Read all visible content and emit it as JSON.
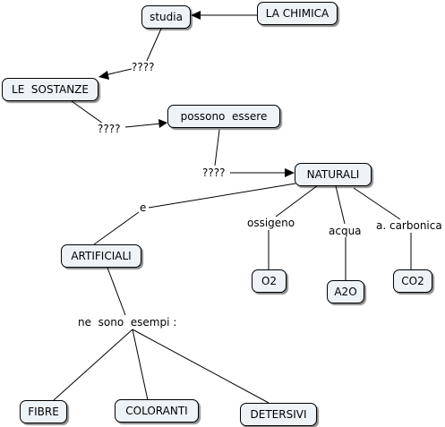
{
  "concept_map": {
    "concepts": {
      "la_chimica": "LA CHIMICA",
      "studia": "studia",
      "le_sostanze": "LE  SOSTANZE",
      "possono_essere": "possono  essere",
      "naturali": "NATURALI",
      "artificiali": "ARTIFICIALI",
      "o2": "O2",
      "a2o": "A2O",
      "co2": "CO2",
      "fibre": "FIBRE",
      "coloranti": "COLORANTI",
      "detersivi": "DETERSIVI"
    },
    "linking_phrases": {
      "q1": "????",
      "q2": "????",
      "q3": "????",
      "e": "e",
      "ossigeno": "ossigeno",
      "acqua": "acqua",
      "a_carbonica": "a. carbonica",
      "ne_sono_esempi": "ne  sono  esempi :"
    }
  }
}
